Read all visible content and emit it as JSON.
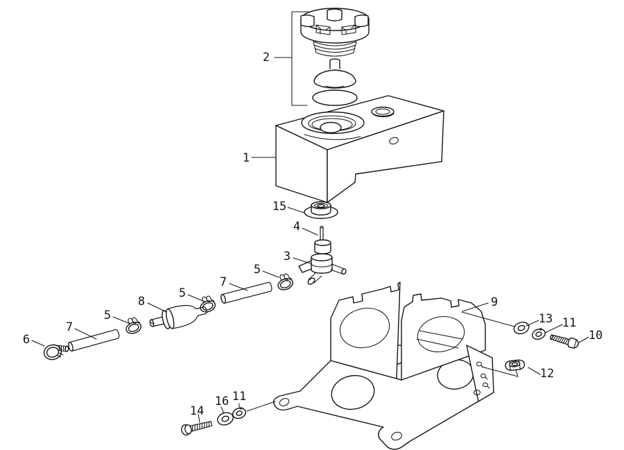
{
  "diagram": {
    "background": "#ffffff",
    "line_color": "#141414",
    "callouts": [
      {
        "text": "2"
      },
      {
        "text": "1"
      },
      {
        "text": "15"
      },
      {
        "text": "4"
      },
      {
        "text": "3"
      },
      {
        "text": "5"
      },
      {
        "text": "7"
      },
      {
        "text": "5"
      },
      {
        "text": "8"
      },
      {
        "text": "5"
      },
      {
        "text": "7"
      },
      {
        "text": "6"
      },
      {
        "text": "9"
      },
      {
        "text": "13"
      },
      {
        "text": "11"
      },
      {
        "text": "10"
      },
      {
        "text": "12"
      },
      {
        "text": "14"
      },
      {
        "text": "16"
      },
      {
        "text": "11"
      }
    ]
  }
}
